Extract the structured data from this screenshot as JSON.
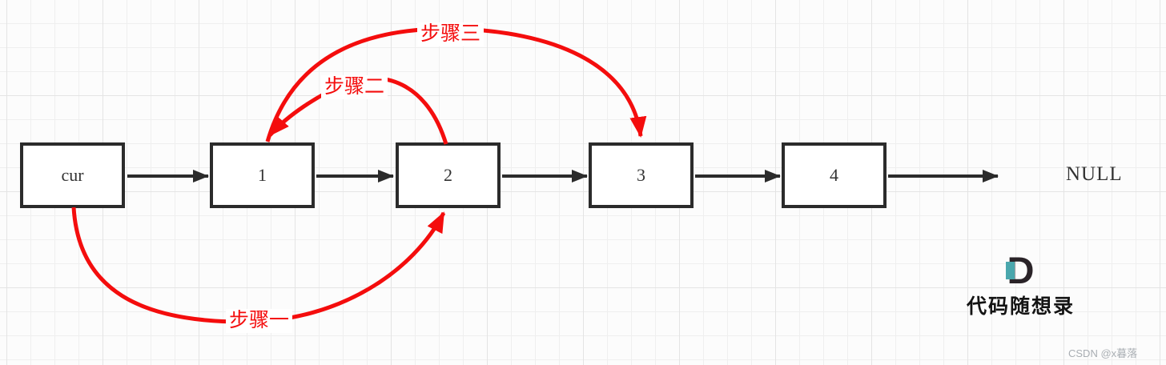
{
  "diagram": {
    "type": "linked-list-step-diagram",
    "nodes": [
      {
        "label": "cur"
      },
      {
        "label": "1"
      },
      {
        "label": "2"
      },
      {
        "label": "3"
      },
      {
        "label": "4"
      }
    ],
    "terminator": "NULL",
    "steps": [
      {
        "label": "步骤一",
        "from": "cur",
        "to": "2",
        "meaning": "red curve from bottom of cur to bottom of node 2"
      },
      {
        "label": "步骤二",
        "from": "2",
        "to": "1",
        "meaning": "red curve from top of node 2 to top of node 1"
      },
      {
        "label": "步骤三",
        "from": "1",
        "to": "3",
        "meaning": "red curve from top of node 1 to top of node 3"
      }
    ]
  },
  "colors": {
    "accent_red": "#f40d0d",
    "ink": "#2b2b2b",
    "teal": "#4aa7ad",
    "grid_minor": "#efefef",
    "grid_major": "#e4e4e4"
  },
  "watermark": {
    "logo_letter": "D",
    "brand": "代码随想录",
    "credit": "CSDN @x暮落"
  }
}
